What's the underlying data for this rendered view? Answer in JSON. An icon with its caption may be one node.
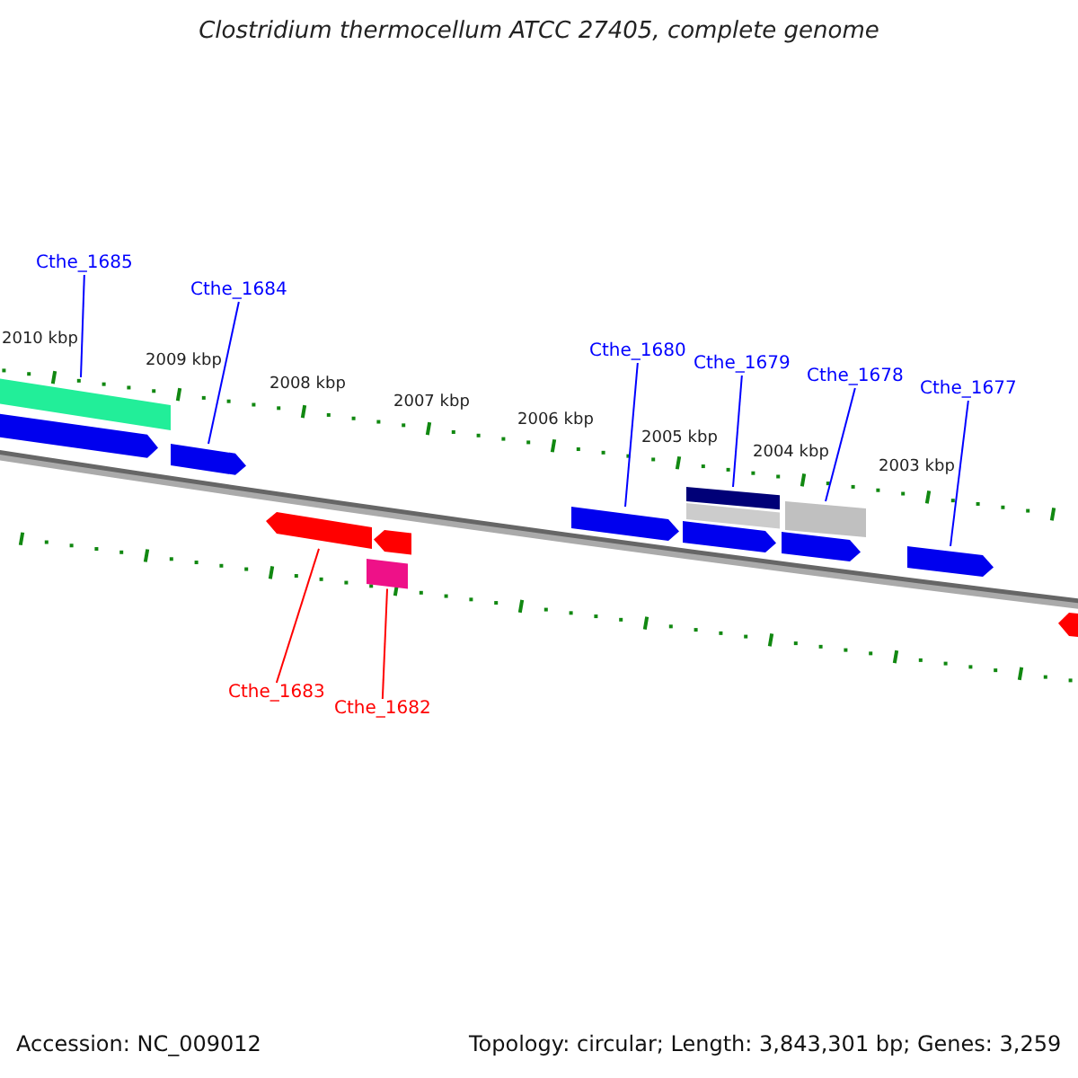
{
  "diagram": {
    "title": "Clostridium thermocellum ATCC 27405, complete genome",
    "nodes": [
      {
        "text": [
          "Cthe_1685"
        ]
      },
      {
        "text": [
          "Cthe_1684"
        ]
      },
      {
        "text": [
          "Cthe_1680"
        ]
      },
      {
        "text": [
          "Cthe_1679"
        ]
      },
      {
        "text": [
          "Cthe_1678"
        ]
      },
      {
        "text": [
          "Cthe_1677"
        ]
      },
      {
        "text": [
          "Cthe_1683"
        ]
      },
      {
        "text": [
          "Cthe_1682"
        ]
      },
      {
        "text": [],
        "shape": "bar"
      },
      {
        "text": [],
        "shape": "arrow"
      },
      {
        "text": [],
        "shape": "arrow"
      },
      {
        "text": [],
        "shape": "arrow"
      },
      {
        "text": [],
        "shape": "box"
      },
      {
        "text": [],
        "shape": "arrow"
      },
      {
        "text": [],
        "shape": "arrow"
      },
      {
        "text": [],
        "shape": "arrow"
      },
      {
        "text": [],
        "shape": "bar"
      },
      {
        "text": [],
        "shape": "bar"
      },
      {
        "text": [],
        "shape": "arrow"
      },
      {
        "text": [],
        "shape": "bar"
      },
      {
        "text": [],
        "shape": "arrow"
      },
      {
        "text": [],
        "shape": "arrow"
      }
    ],
    "edges": [
      {
        "from": 0,
        "to": 8,
        "arrow": "none"
      },
      {
        "from": 1,
        "to": 10,
        "arrow": "none"
      },
      {
        "from": 2,
        "to": 14,
        "arrow": "none"
      },
      {
        "from": 3,
        "to": 16,
        "arrow": "none"
      },
      {
        "from": 4,
        "to": 19,
        "arrow": "none"
      },
      {
        "from": 5,
        "to": 20,
        "arrow": "none"
      },
      {
        "from": 6,
        "to": 11,
        "arrow": "none",
        "color": "#ff0000"
      },
      {
        "from": 7,
        "to": 12,
        "arrow": "none",
        "color": "#ff0000"
      }
    ],
    "labels": [
      "2010 kbp",
      "2009 kbp",
      "2008 kbp",
      "2007 kbp",
      "2006 kbp",
      "2005 kbp",
      "2004 kbp",
      "2003 kbp",
      "Accession: NC_009012",
      "Topology: circular; Length: 3,843,301 bp; Genes: 3,259"
    ]
  }
}
